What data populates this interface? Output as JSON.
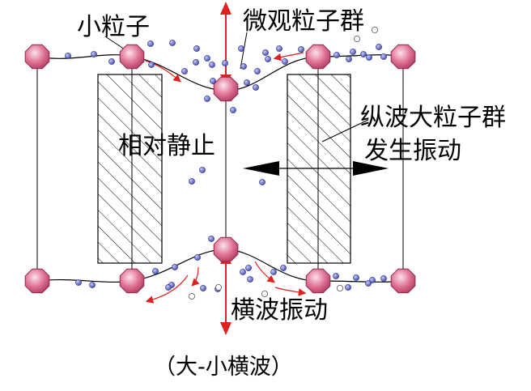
{
  "labels": {
    "small_particle": "小粒子",
    "micro_group": "微观粒子群",
    "longitudinal_group_line1": "纵波大粒子群",
    "longitudinal_group_line2": "发生振动",
    "relative_rest": "相对静止",
    "transverse_vibration": "横波振动",
    "caption": "（大-小横波）"
  },
  "colors": {
    "big_particle": "#d9547a",
    "big_particle_highlight": "#fbe2ec",
    "small_particle": "#5b63c9",
    "red_arrow": "#e02020",
    "line": "#000000"
  }
}
